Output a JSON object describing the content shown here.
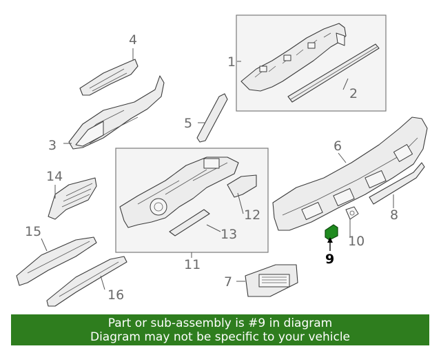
{
  "callouts": {
    "c1": "1",
    "c2": "2",
    "c3": "3",
    "c4": "4",
    "c5": "5",
    "c6": "6",
    "c7": "7",
    "c8": "8",
    "c9": "9",
    "c10": "10",
    "c11": "11",
    "c12": "12",
    "c13": "13",
    "c14": "14",
    "c15": "15",
    "c16": "16"
  },
  "highlight": {
    "part": "9",
    "color": "#1f8a1f"
  },
  "banner": {
    "line1": "Part or sub-assembly is #9 in diagram",
    "line2": "Diagram may not be specific to your vehicle",
    "color": "#2e7d1e"
  }
}
